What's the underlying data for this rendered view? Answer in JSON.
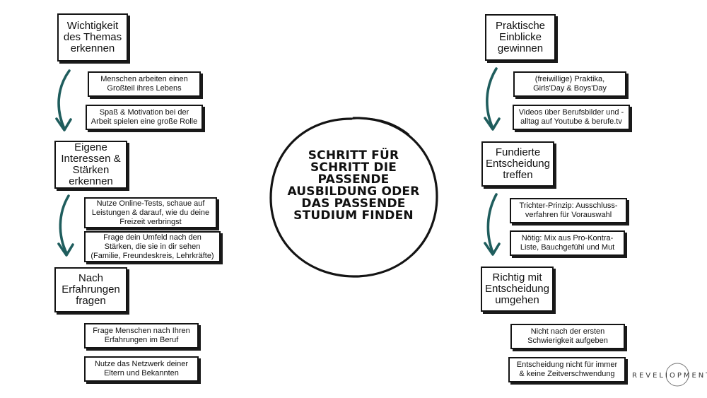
{
  "center_title": [
    "Schritt für",
    "Schritt die",
    "passende",
    "Ausbildung oder",
    "das passende",
    "Studium finden"
  ],
  "logo": "REVELIOPMENT",
  "colors": {
    "arrow": "#1f5d5d",
    "border": "#141414"
  },
  "left_column": {
    "step1": {
      "title": [
        "Wichtigkeit",
        "des Themas",
        "erkennen"
      ],
      "tips": [
        [
          "Menschen arbeiten einen",
          "Großteil ihres Lebens"
        ],
        [
          "Spaß  & Motivation bei der",
          "Arbeit spielen eine große Rolle"
        ]
      ]
    },
    "step2": {
      "title": [
        "Eigene",
        "Interessen &",
        "Stärken",
        "erkennen"
      ],
      "tips": [
        [
          "Nutze Online-Tests, schaue auf",
          "Leistungen & darauf, wie du deine",
          "Freizeit verbringst"
        ],
        [
          "Frage dein Umfeld nach den",
          "Stärken, die sie in dir sehen",
          "(Familie, Freundeskreis, Lehrkräfte)"
        ]
      ]
    },
    "step3": {
      "title": [
        "Nach",
        "Erfahrungen",
        "fragen"
      ],
      "tips": [
        [
          "Frage Menschen nach Ihren",
          "Erfahrungen im Beruf"
        ],
        [
          "Nutze das Netzwerk deiner",
          "Eltern und Bekannten"
        ]
      ]
    }
  },
  "right_column": {
    "step1": {
      "title": [
        "Praktische",
        "Einblicke",
        "gewinnen"
      ],
      "tips": [
        [
          "(freiwillige) Praktika,",
          "Girls'Day & Boys'Day"
        ],
        [
          "Videos über Berufsbilder und -",
          "alltag auf Youtube & berufe.tv"
        ]
      ]
    },
    "step2": {
      "title": [
        "Fundierte",
        "Entscheidung",
        "treffen"
      ],
      "tips": [
        [
          "Trichter-Prinzip: Ausschluss-",
          "verfahren für Vorauswahl"
        ],
        [
          "Nötig: Mix aus Pro-Kontra-",
          "Liste, Bauchgefühl und Mut"
        ]
      ]
    },
    "step3": {
      "title": [
        "Richtig mit",
        "Entscheidung",
        "umgehen"
      ],
      "tips": [
        [
          "Nicht nach der ersten",
          "Schwierigkeit aufgeben"
        ],
        [
          "Entscheidung nicht für immer",
          "& keine Zeitverschwendung"
        ]
      ]
    }
  }
}
